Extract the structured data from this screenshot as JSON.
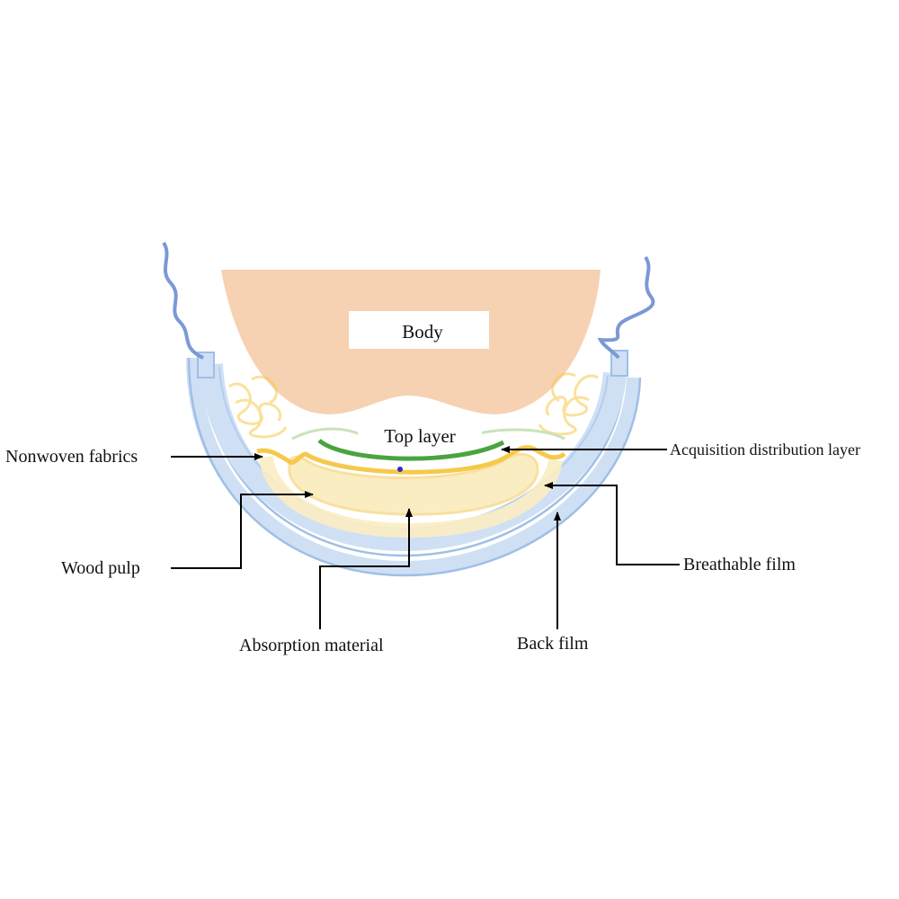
{
  "labels": {
    "body": "Body",
    "top_layer": "Top layer",
    "nonwoven_fabrics": "Nonwoven fabrics",
    "acquisition_distribution_layer": "Acquisition distribution layer",
    "wood_pulp": "Wood pulp",
    "breathable_film": "Breathable film",
    "absorption_material": "Absorption material",
    "back_film": "Back film"
  },
  "colors": {
    "body_fill": "#f6d2b2",
    "back_film": "#cfe0f4",
    "back_film_stroke": "#9fbfe6",
    "elastic_cuff": "#7c98d6",
    "nonwoven": "#f6c94c",
    "absorbent_core": "#fbedc2",
    "acquisition_layer": "#4aa43e",
    "top_sheet": "#c9e3b8",
    "leader_line": "#000000"
  }
}
